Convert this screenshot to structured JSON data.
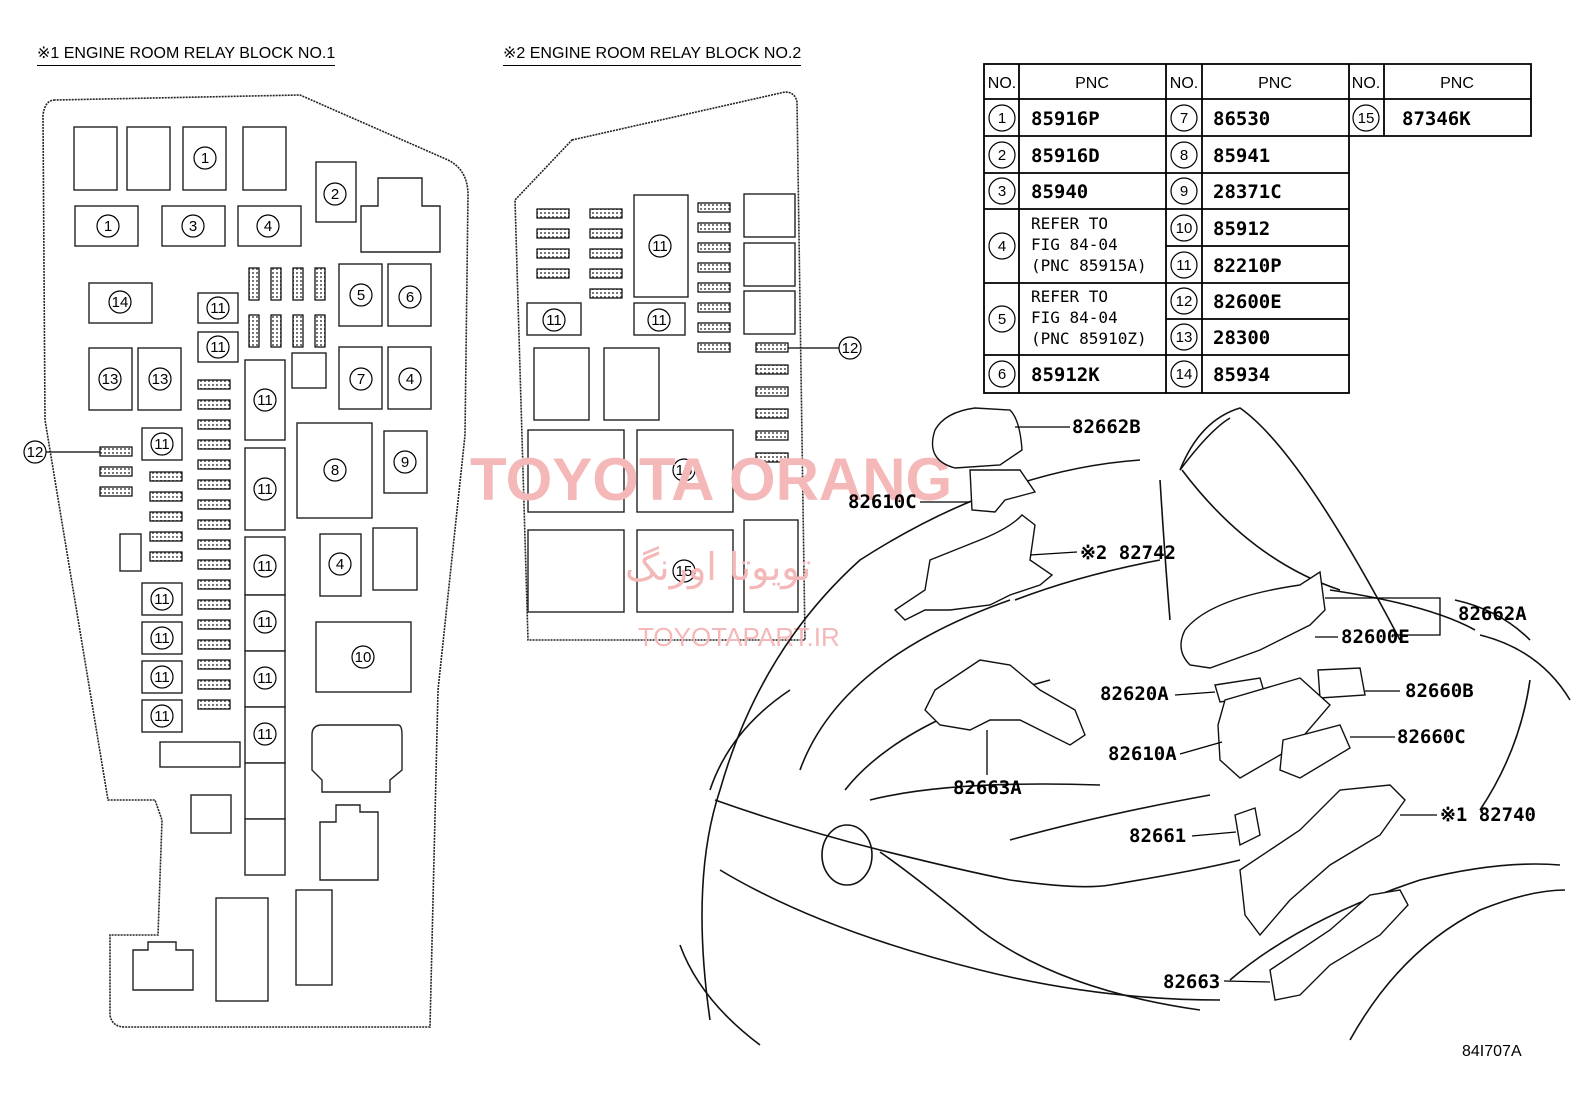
{
  "titles": {
    "block1": "※1 ENGINE ROOM RELAY BLOCK NO.1",
    "block2": "※2 ENGINE ROOM RELAY BLOCK NO.2"
  },
  "table": {
    "headers": [
      "NO.",
      "PNC",
      "NO.",
      "PNC",
      "NO.",
      "PNC"
    ],
    "rows": [
      {
        "no": "1",
        "pnc": [
          "85916P"
        ]
      },
      {
        "no": "2",
        "pnc": [
          "85916D"
        ]
      },
      {
        "no": "3",
        "pnc": [
          "85940"
        ]
      },
      {
        "no": "4",
        "pnc": [
          "REFER TO",
          "FIG 84-04",
          "(PNC 85915A)"
        ]
      },
      {
        "no": "5",
        "pnc": [
          "REFER TO",
          "FIG 84-04",
          "(PNC 85910Z)"
        ]
      },
      {
        "no": "6",
        "pnc": [
          "85912K"
        ]
      },
      {
        "no": "7",
        "pnc": [
          "86530"
        ]
      },
      {
        "no": "8",
        "pnc": [
          "85941"
        ]
      },
      {
        "no": "9",
        "pnc": [
          "28371C"
        ]
      },
      {
        "no": "10",
        "pnc": [
          "85912"
        ]
      },
      {
        "no": "11",
        "pnc": [
          "82210P"
        ]
      },
      {
        "no": "12",
        "pnc": [
          "82600E"
        ]
      },
      {
        "no": "13",
        "pnc": [
          "28300"
        ]
      },
      {
        "no": "14",
        "pnc": [
          "85934"
        ]
      },
      {
        "no": "15",
        "pnc": [
          "87346K"
        ]
      }
    ]
  },
  "callouts": [
    {
      "id": "c82662B",
      "text": "82662B"
    },
    {
      "id": "c82610C",
      "text": "82610C"
    },
    {
      "id": "c82742",
      "text": "※2 82742"
    },
    {
      "id": "c82662A",
      "text": "82662A"
    },
    {
      "id": "c82600E",
      "text": "82600E"
    },
    {
      "id": "c82620A",
      "text": "82620A"
    },
    {
      "id": "c82660B",
      "text": "82660B"
    },
    {
      "id": "c82610A",
      "text": "82610A"
    },
    {
      "id": "c82660C",
      "text": "82660C"
    },
    {
      "id": "c82663A",
      "text": "82663A"
    },
    {
      "id": "c82661",
      "text": "82661"
    },
    {
      "id": "c82740",
      "text": "※1 82740"
    },
    {
      "id": "c82663",
      "text": "82663"
    }
  ],
  "watermark": {
    "line1": "TOYOTA ORANG",
    "line2": "تویوتا اورنگ",
    "line3": "TOYOTAPART.IR"
  },
  "figure_code": "84I707A"
}
